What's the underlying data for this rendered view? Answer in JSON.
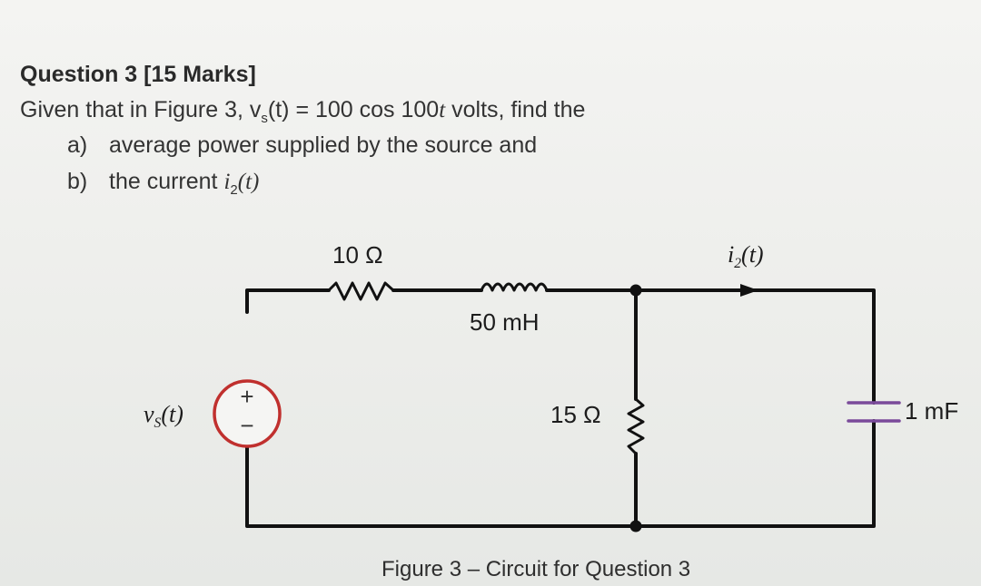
{
  "question": {
    "title": "Question 3 [15 Marks]",
    "intro_prefix": "Given that in Figure 3, v",
    "intro_sub": "s",
    "intro_mid": "(t) = 100 cos 100",
    "intro_t": "t",
    "intro_suffix": " volts, find the",
    "part_a_label": "a)",
    "part_a_text": "average power supplied by the source and",
    "part_b_label": "b)",
    "part_b_text": "the current ",
    "part_b_var": "i",
    "part_b_sub": "2",
    "part_b_arg": "(t)"
  },
  "circuit": {
    "resistor1": "10 Ω",
    "inductor": "50 mH",
    "resistor2": "15 Ω",
    "capacitor": "1 mF",
    "current_var": "i",
    "current_sub": "2",
    "current_arg": "(t)",
    "source_var": "v",
    "source_sub": "S",
    "source_arg": "(t)",
    "source_plus": "+",
    "source_minus": "−"
  },
  "caption": "Figure 3 – Circuit for Question 3",
  "colors": {
    "wire": "#111111",
    "source_ring": "#c0302e",
    "capacitor_plates": "#7a4a9a"
  }
}
